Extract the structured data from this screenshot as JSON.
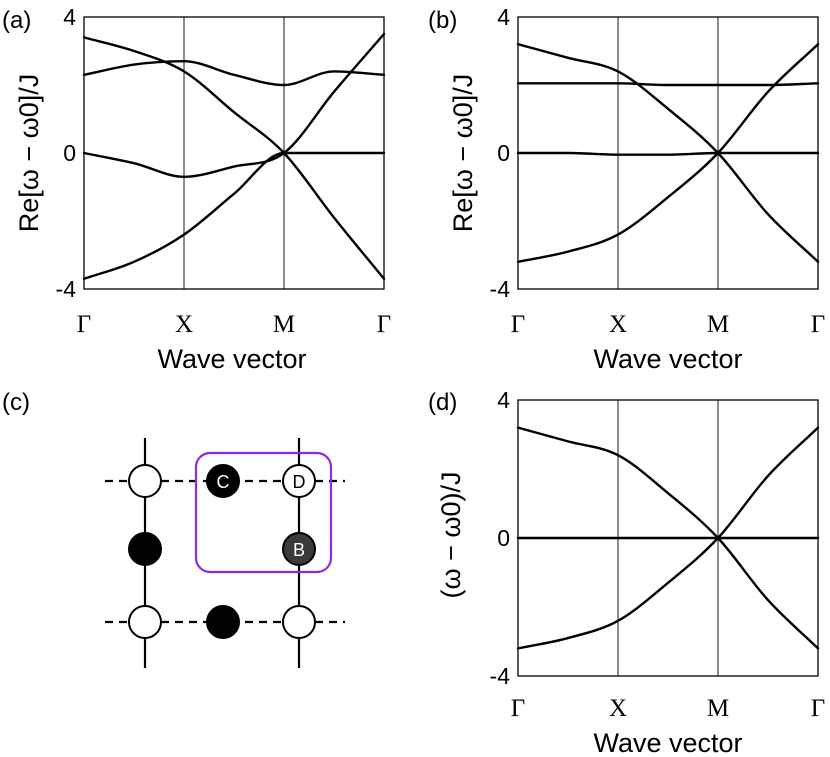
{
  "panels": [
    {
      "tag": "(a)",
      "ylabel": "Re[ω − ω0]/J",
      "xlabel": "Wave vector"
    },
    {
      "tag": "(b)",
      "ylabel": "Re[ω − ω0]/J",
      "xlabel": "Wave vector"
    },
    {
      "tag": "(c)"
    },
    {
      "tag": "(d)",
      "ylabel": "(ω − ω0)/J",
      "xlabel": "Wave vector"
    }
  ],
  "lattice": {
    "labels": {
      "C": "C",
      "D": "D",
      "B": "B"
    },
    "box_color": "#8a2be2",
    "filled_color": "#000000",
    "labeled_dark_color": "#3a3a3a",
    "empty_color": "#ffffff"
  },
  "chart_data": [
    {
      "type": "line",
      "panel": "a",
      "title": "",
      "xlabel": "Wave vector",
      "ylabel": "Re[ω − ω0]/J",
      "ylim": [
        -4,
        4
      ],
      "yticks": [
        "4",
        "0",
        "-4"
      ],
      "xticks": [
        "Γ",
        "X",
        "M",
        "Γ"
      ],
      "xtick_positions": [
        0,
        1,
        2,
        3
      ],
      "grid": false,
      "x": [
        0,
        0.5,
        1,
        1.5,
        2,
        2.5,
        3
      ],
      "series": [
        {
          "values": [
            3.4,
            3.0,
            2.4,
            1.2,
            0.0,
            -1.9,
            -3.7
          ]
        },
        {
          "values": [
            2.3,
            2.6,
            2.7,
            2.3,
            2.0,
            2.4,
            2.3
          ]
        },
        {
          "values": [
            0.0,
            -0.3,
            -0.7,
            -0.4,
            0.0,
            1.8,
            3.5
          ]
        },
        {
          "values": [
            -3.7,
            -3.2,
            -2.4,
            -1.2,
            0.0,
            0.0,
            0.0
          ]
        }
      ]
    },
    {
      "type": "line",
      "panel": "b",
      "title": "",
      "xlabel": "Wave vector",
      "ylabel": "Re[ω − ω0]/J",
      "ylim": [
        -4,
        4
      ],
      "yticks": [
        "4",
        "0",
        "-4"
      ],
      "xticks": [
        "Γ",
        "X",
        "M",
        "Γ"
      ],
      "xtick_positions": [
        0,
        1,
        2,
        3
      ],
      "grid": false,
      "x": [
        0,
        0.5,
        1,
        1.5,
        2,
        2.5,
        3
      ],
      "series": [
        {
          "values": [
            3.2,
            2.8,
            2.4,
            1.3,
            0.0,
            -1.8,
            -3.2
          ]
        },
        {
          "values": [
            2.05,
            2.05,
            2.05,
            2.0,
            2.0,
            2.0,
            2.05
          ]
        },
        {
          "values": [
            0.0,
            0.0,
            -0.05,
            -0.05,
            0.0,
            0.0,
            0.0
          ]
        },
        {
          "values": [
            -3.2,
            -2.9,
            -2.4,
            -1.3,
            0.0,
            1.8,
            3.2
          ]
        }
      ]
    },
    {
      "type": "line",
      "panel": "d",
      "title": "",
      "xlabel": "Wave vector",
      "ylabel": "(ω − ω0)/J",
      "ylim": [
        -4,
        4
      ],
      "yticks": [
        "4",
        "0",
        "-4"
      ],
      "xticks": [
        "Γ",
        "X",
        "M",
        "Γ"
      ],
      "xtick_positions": [
        0,
        1,
        2,
        3
      ],
      "grid": false,
      "x": [
        0,
        0.5,
        1,
        1.5,
        2,
        2.5,
        3
      ],
      "series": [
        {
          "values": [
            3.2,
            2.8,
            2.4,
            1.3,
            0.0,
            -1.8,
            -3.2
          ]
        },
        {
          "values": [
            0.0,
            0.0,
            0.0,
            0.0,
            0.0,
            0.0,
            0.0
          ]
        },
        {
          "values": [
            -3.2,
            -2.9,
            -2.4,
            -1.3,
            0.0,
            1.8,
            3.2
          ]
        }
      ]
    }
  ]
}
